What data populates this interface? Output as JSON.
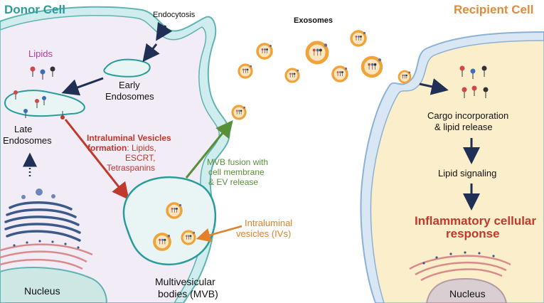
{
  "colors": {
    "donor_title": "#2a9d9a",
    "recipient_title": "#e08a3c",
    "donor_cytoplasm": "#f1ecf6",
    "donor_membrane_fill": "#cfecee",
    "donor_membrane_stroke": "#5fb3b0",
    "recipient_cytoplasm": "#fbeecb",
    "recipient_membrane_fill": "#d9e6f3",
    "recipient_membrane_stroke": "#8bb2d6",
    "nucleus_fill": "#cde7e5",
    "recipient_nucleus_fill": "#d9cfd3",
    "arrow_dark": "#1f2f55",
    "arrow_red": "#c0392b",
    "arrow_green": "#5a8f3a",
    "arrow_orange": "#e3812a",
    "lipids_pink": "#c235a0",
    "exosome_ring": "#f0a33b",
    "exosome_inner": "#fbe6c0",
    "er_red": "#d98a8a"
  },
  "labels": {
    "donor_cell": "Donor Cell",
    "recipient_cell": "Recipient Cell",
    "endocytosis": "Endocytosis",
    "exosomes": "Exosomes",
    "lipids": "Lipids",
    "early_endosomes_line1": "Early",
    "early_endosomes_line2": "Endosomes",
    "late_endosomes_line1": "Late",
    "late_endosomes_line2": "Endosomes",
    "ilv_formation_line1": "Intraluminal Vesicles",
    "ilv_formation_line2_bold": "formation",
    "ilv_formation_line2_rest": ": Lipids,",
    "ilv_formation_line3": "ESCRT,",
    "ilv_formation_line4": "Tetraspanins",
    "mvb_fusion_line1": "MVB fusion with",
    "mvb_fusion_line2": "cell membrane",
    "mvb_fusion_line3": "& EV release",
    "intraluminal_line1": "Intraluminal",
    "intraluminal_line2": "vesicles (IVs)",
    "mvb_line1": "Multivesicular",
    "mvb_line2": "bodies (MVB)",
    "nucleus_left": "Nucleus",
    "cargo_line1": "Cargo incorporation",
    "cargo_line2": "& lipid release",
    "lipid_signaling": "Lipid signaling",
    "inflammatory_line1": "Inflammatory cellular",
    "inflammatory_line2": "response",
    "nucleus_right": "Nucleus"
  }
}
